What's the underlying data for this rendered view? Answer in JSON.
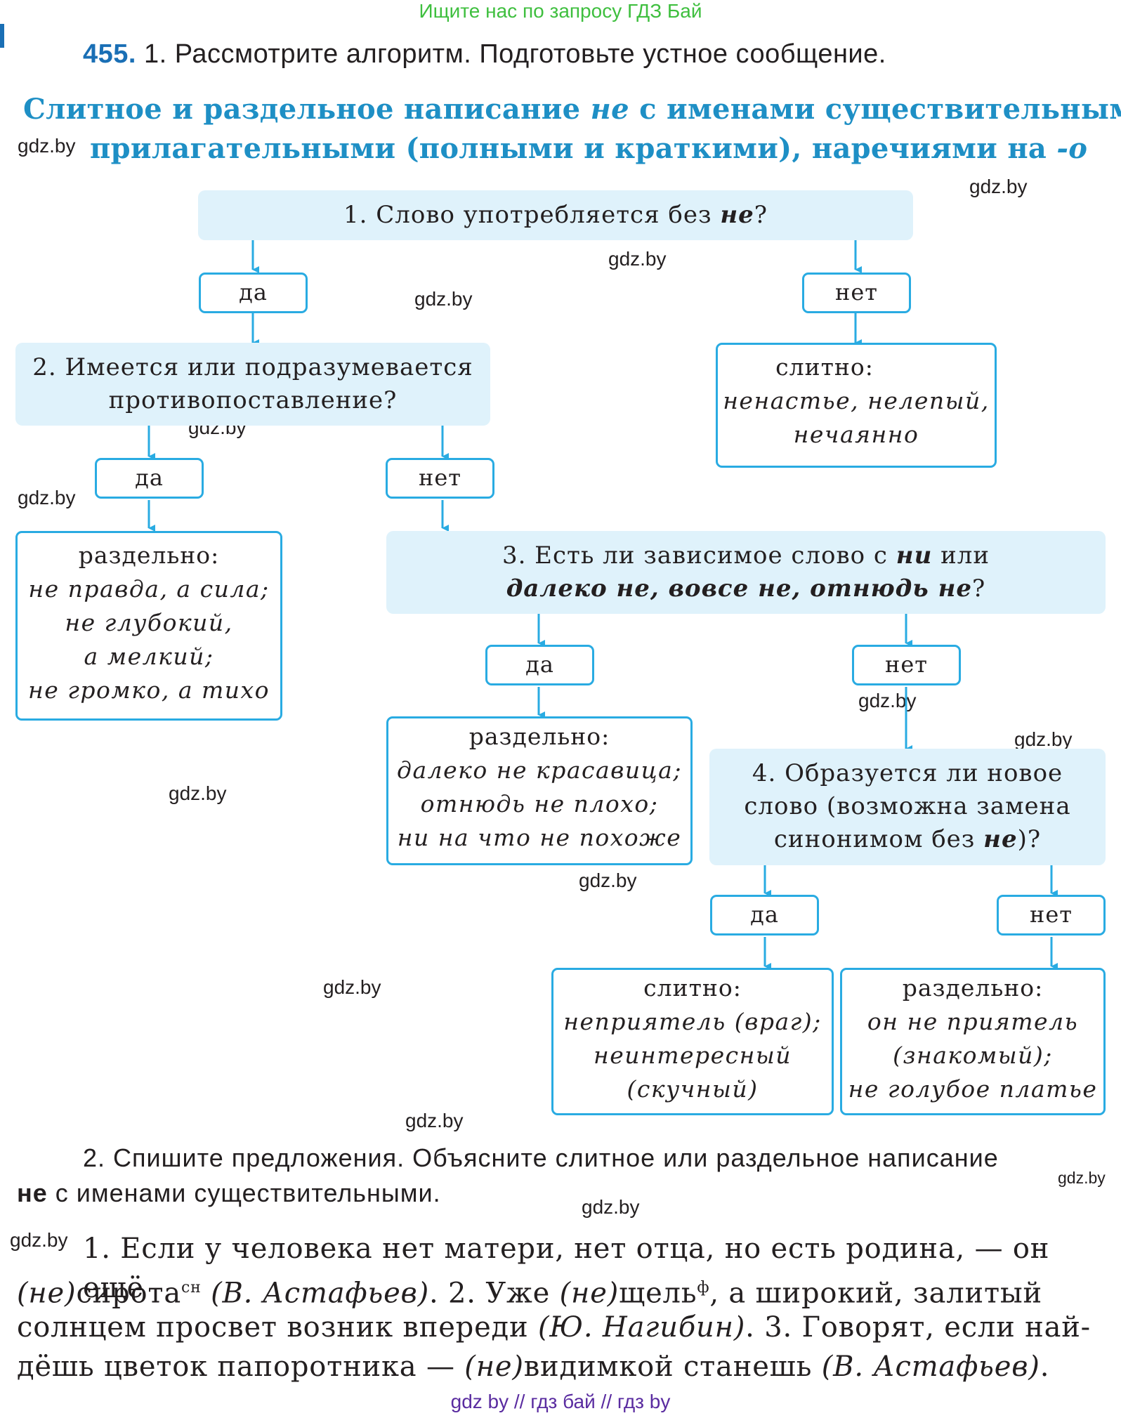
{
  "top_note": "Ищите нас по запросу ГДЗ Бай",
  "task": {
    "number": "455.",
    "text": "1. Рассмотрите алгоритм. Подготовьте устное сообщение."
  },
  "heading": {
    "line1_a": "Слитное и раздельное написание ",
    "line1_b": "не",
    "line1_c": " с именами существительными,",
    "line2_a": "прилагательными (полными и краткими), наречиями на ",
    "line2_b": "-о"
  },
  "watermark": "gdz.by",
  "flowchart": {
    "q1": {
      "a": "1. Слово употребляется без ",
      "b": "не",
      "c": "?"
    },
    "q2": {
      "line1": "2. Имеется или подразумевается",
      "line2": "противопоставление?"
    },
    "q3": {
      "a": "3. Есть ли зависимое слово с ",
      "b": "ни",
      "c": " или",
      "line2": "далеко не, вовсе не, отнюдь не",
      "d": "?"
    },
    "q4": {
      "line1": "4. Образуется ли новое",
      "line2": "слово (возможна замена",
      "line3a": "синонимом без ",
      "line3b": "не",
      "line3c": ")?"
    },
    "yes": "да",
    "no": "нет",
    "r1": {
      "title": "слитно:",
      "line1": "ненастье, нелепый,",
      "line2": "нечаянно"
    },
    "r2": {
      "title": "раздельно:",
      "line1": "не правда, а сила;",
      "line2": "не глубокий,",
      "line3": "а мелкий;",
      "line4": "не громко, а тихо"
    },
    "r3": {
      "title": "раздельно:",
      "line1": "далеко не красавица;",
      "line2": "отнюдь не плохо;",
      "line3": "ни на что не похоже"
    },
    "r4": {
      "title": "слитно:",
      "line1": "неприятель (враг);",
      "line2": "неинтересный",
      "line3": "(скучный)"
    },
    "r5": {
      "title": "раздельно:",
      "line1": "он не приятель",
      "line2": "(знакомый);",
      "line3": "не голубое платье"
    }
  },
  "task2": {
    "line1": "2. Спишите предложения. Объясните слитное или раздельное написание",
    "bold": "не",
    "rest": " с именами существительными."
  },
  "sentences": {
    "l1": "1. Если у человека нет матери, нет отца, но есть родина, — он ещё",
    "l2a": "(не)",
    "l2b": "сирота",
    "l2sup": "сн",
    "l2c": " ",
    "l2d": "(В. Астафьев)",
    "l2e": ". 2. Уже ",
    "l2f": "(не)",
    "l2g": "щель",
    "l2sup2": "ф",
    "l2h": ", а широкий, залитый",
    "l3a": "солнцем просвет возник впереди ",
    "l3b": "(Ю. Нагибин)",
    "l3c": ". 3. Говорят, если най-",
    "l4a": "дёшь цветок папоротника — ",
    "l4b": "(не)",
    "l4c": "видимкой станешь ",
    "l4d": "(В. Астафьев)",
    "l4e": "."
  },
  "bottom_note": "gdz by  //  гдз бай  //  гдз by",
  "colors": {
    "accent_blue": "#1e8fc5",
    "box_fill": "#dff2fb",
    "arrow": "#29abe2",
    "top_green": "#3fbf3f",
    "bottom_purple": "#5a2ca0"
  }
}
